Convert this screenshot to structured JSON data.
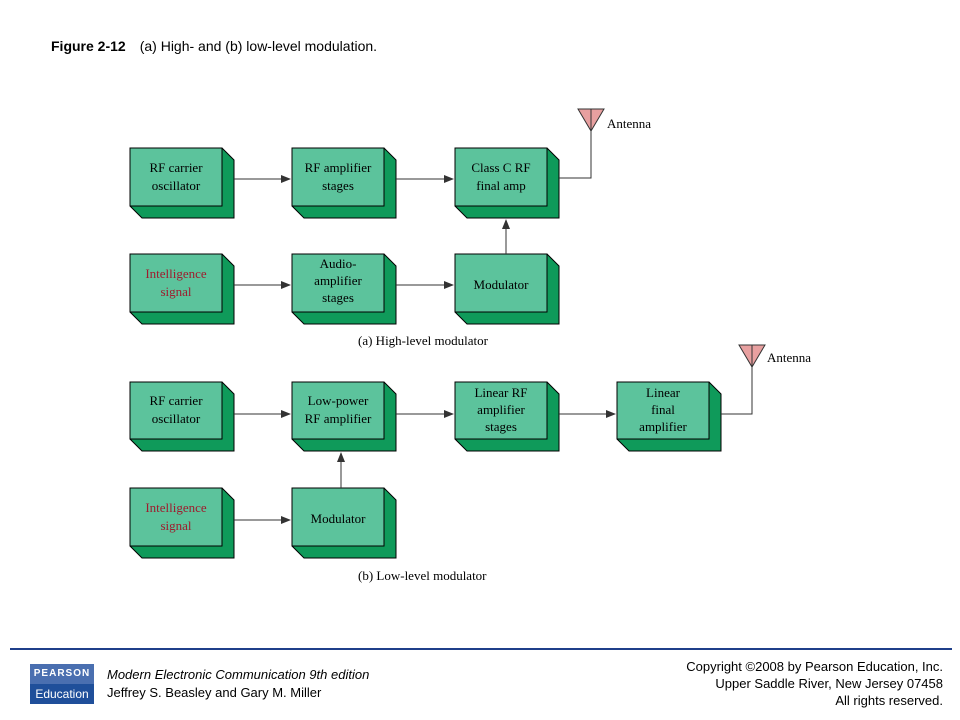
{
  "header": {
    "figure_number": "Figure 2-12",
    "caption": "(a) High- and (b) low-level modulation."
  },
  "diagram_a": {
    "caption": "(a) High-level modulator",
    "antenna_label": "Antenna",
    "blocks": {
      "rf_carrier": [
        "RF carrier",
        "oscillator"
      ],
      "rf_amp": [
        "RF amplifier",
        "stages"
      ],
      "class_c": [
        "Class C RF",
        "final amp"
      ],
      "intelligence": [
        "Intelligence",
        "signal"
      ],
      "audio_amp": [
        "Audio-",
        "amplifier",
        "stages"
      ],
      "modulator": [
        "Modulator"
      ]
    }
  },
  "diagram_b": {
    "caption": "(b) Low-level modulator",
    "antenna_label": "Antenna",
    "blocks": {
      "rf_carrier": [
        "RF carrier",
        "oscillator"
      ],
      "low_power": [
        "Low-power",
        "RF amplifier"
      ],
      "linear_rf": [
        "Linear RF",
        "amplifier",
        "stages"
      ],
      "linear_final": [
        "Linear",
        "final",
        "amplifier"
      ],
      "intelligence": [
        "Intelligence",
        "signal"
      ],
      "modulator": [
        "Modulator"
      ]
    }
  },
  "colors": {
    "block_face": "#5cc39c",
    "block_side": "#0f9a5a",
    "intelligence_text": "#9e1c2e",
    "antenna_fill": "#e8a0a0",
    "rule": "#1f3f8a"
  },
  "footer": {
    "logo_top": "PEARSON",
    "logo_bottom": "Education",
    "book_title": "Modern Electronic Communication 9th edition",
    "authors": "Jeffrey S. Beasley and Gary M. Miller",
    "copyright_line1": "Copyright ©2008 by Pearson Education, Inc.",
    "copyright_line2": "Upper Saddle River, New Jersey 07458",
    "copyright_line3": "All rights reserved."
  }
}
